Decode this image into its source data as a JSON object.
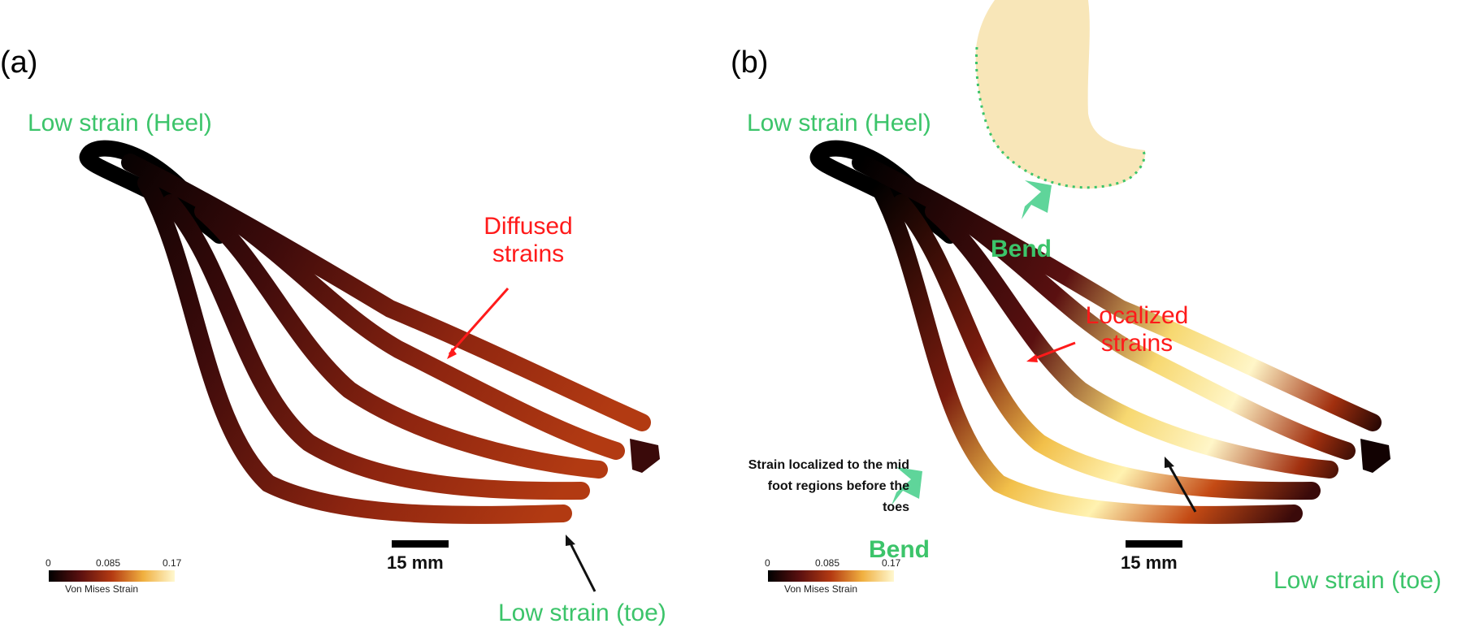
{
  "panels": [
    {
      "id": "a",
      "panel_label": "(a)",
      "heel_label": "Low strain (Heel)",
      "main_annotation": [
        "Diffused",
        "strains"
      ],
      "toe_label": "Low strain (toe)",
      "scale_bar": "15 mm",
      "colorbar": {
        "ticks": [
          "0",
          "0.085",
          "0.17"
        ],
        "title": "Von Mises Strain"
      },
      "strain_level": "diffused"
    },
    {
      "id": "b",
      "panel_label": "(b)",
      "heel_label": "Low strain (Heel)",
      "main_annotation": [
        "Localized",
        "strains"
      ],
      "toe_label": "Low strain (toe)",
      "scale_bar": "15 mm",
      "colorbar": {
        "ticks": [
          "0",
          "0.085",
          "0.17"
        ],
        "title": "Von Mises Strain"
      },
      "note": [
        "Strain localized to the mid",
        "foot regions before the",
        "toes"
      ],
      "bend_labels": [
        "Bend",
        "Bend"
      ],
      "strain_level": "localized"
    }
  ],
  "colors": {
    "label_green": "#3cc46a",
    "annotation_red": "#ff1a1a",
    "colormap": [
      "#000000",
      "#5a1010",
      "#b43a12",
      "#e07a20",
      "#f2c04a",
      "#fff8d0"
    ],
    "foot": "#f8e6b8",
    "bend_arrow": "#5fd59a"
  }
}
